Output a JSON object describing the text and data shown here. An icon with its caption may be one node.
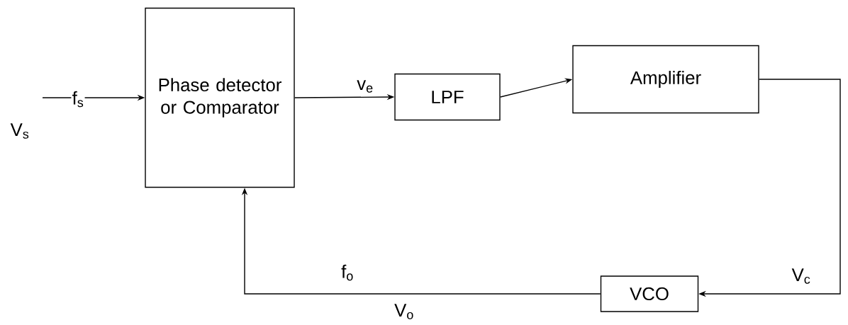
{
  "diagram": {
    "nodes": [
      {
        "text": [
          "Phase detector or Comparator"
        ]
      },
      {
        "text": [
          "LPF"
        ]
      },
      {
        "text": [
          "Amplifier"
        ]
      },
      {
        "text": [
          "VCO"
        ]
      }
    ],
    "edges": [
      {
        "from": null,
        "to": 0,
        "arrow": "to",
        "label": "f$_{s}$"
      },
      {
        "from": 0,
        "to": 1,
        "arrow": "to",
        "label": "v$_{e}$"
      },
      {
        "from": 1,
        "to": 2,
        "arrow": "to"
      },
      {
        "from": 2,
        "to": 3,
        "arrow": "to",
        "label": "V$_{c}$"
      },
      {
        "from": 3,
        "to": 0,
        "arrow": "to",
        "label": "f$_{o}$"
      }
    ],
    "labels": [
      "V$_{s}$",
      "V$_{o}$"
    ]
  }
}
